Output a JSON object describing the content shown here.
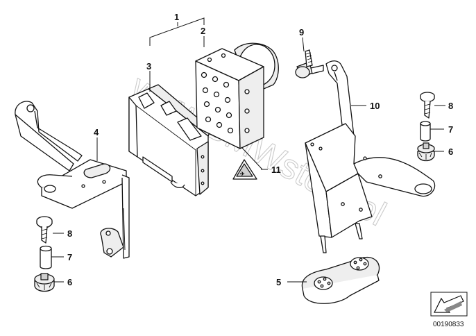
{
  "watermark": "www.BMWstore.pl",
  "callouts": [
    {
      "id": "1",
      "label": "1"
    },
    {
      "id": "2",
      "label": "2"
    },
    {
      "id": "3",
      "label": "3"
    },
    {
      "id": "4",
      "label": "4"
    },
    {
      "id": "5",
      "label": "5"
    },
    {
      "id": "6a",
      "label": "6"
    },
    {
      "id": "6b",
      "label": "6"
    },
    {
      "id": "7a",
      "label": "7"
    },
    {
      "id": "7b",
      "label": "7"
    },
    {
      "id": "8a",
      "label": "8"
    },
    {
      "id": "8b",
      "label": "8"
    },
    {
      "id": "9",
      "label": "9"
    },
    {
      "id": "10",
      "label": "10"
    },
    {
      "id": "11",
      "label": "11"
    }
  ],
  "document_number": "00190833",
  "colors": {
    "line": "#111111",
    "watermark": "#bdbdbd",
    "background": "#ffffff"
  },
  "icons": {
    "nav_arrow": "arrow-down-left-icon",
    "warning_label": "warning-triangle-icon"
  }
}
